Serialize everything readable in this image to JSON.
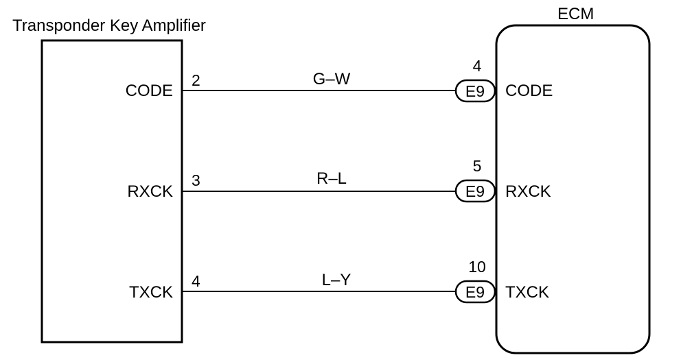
{
  "diagram": {
    "left_component": {
      "title": "Transponder Key Amplifier"
    },
    "right_component": {
      "title": "ECM"
    },
    "connections": [
      {
        "left_label": "CODE",
        "left_pin": "2",
        "wire_color": "G–W",
        "connector": "E9",
        "right_pin": "4",
        "right_label": "CODE"
      },
      {
        "left_label": "RXCK",
        "left_pin": "3",
        "wire_color": "R–L",
        "connector": "E9",
        "right_pin": "5",
        "right_label": "RXCK"
      },
      {
        "left_label": "TXCK",
        "left_pin": "4",
        "wire_color": "L–Y",
        "connector": "E9",
        "right_pin": "10",
        "right_label": "TXCK"
      }
    ]
  }
}
